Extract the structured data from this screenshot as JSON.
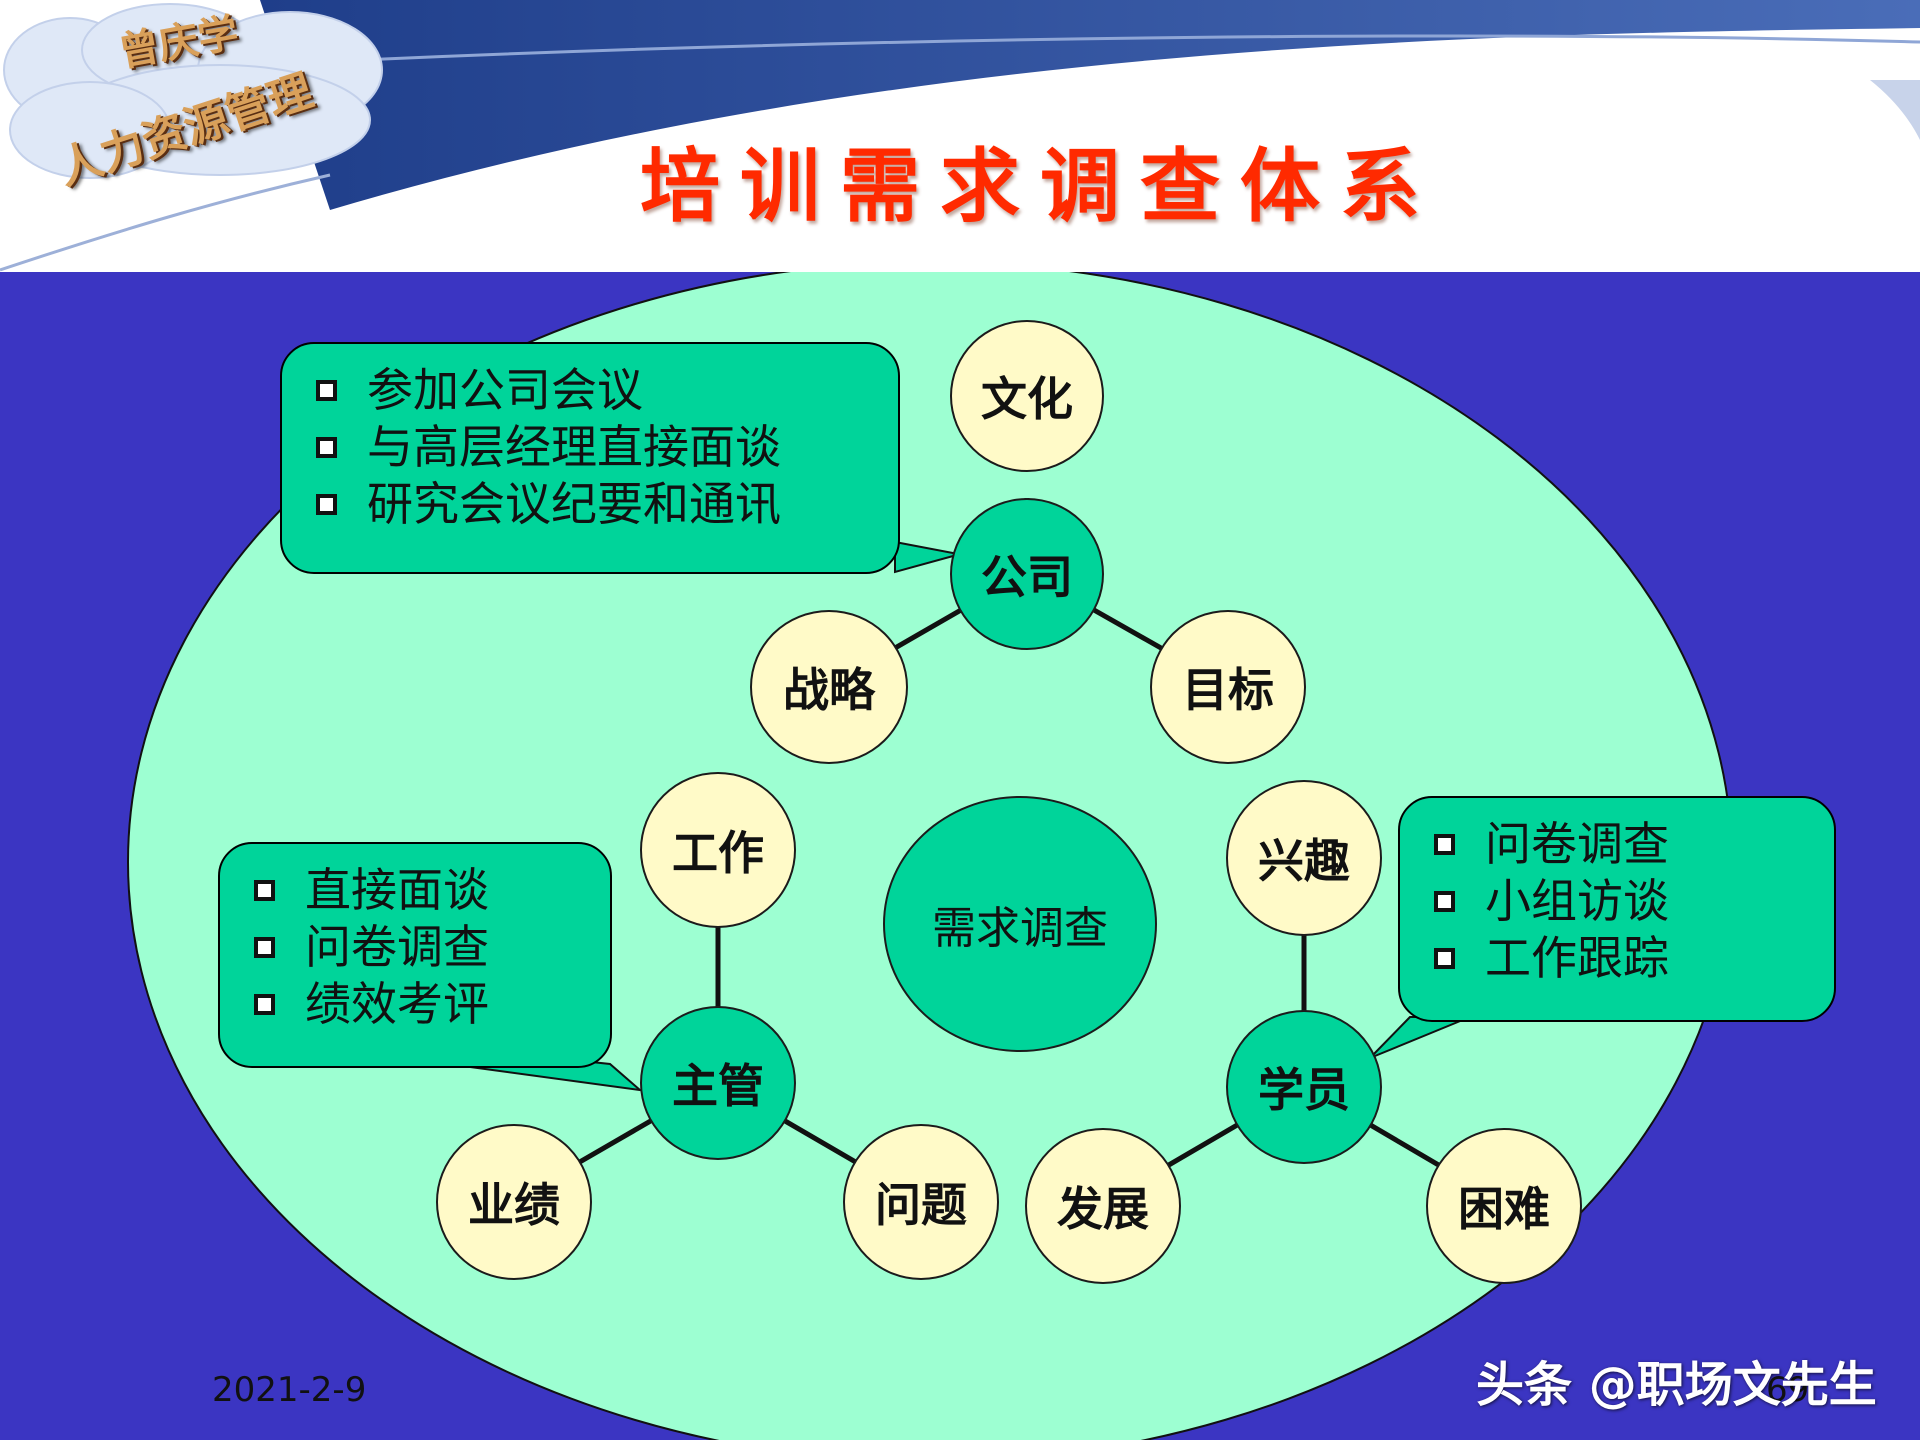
{
  "title": "培训需求调查体系",
  "logo": {
    "line1": "曾庆学",
    "line2": "人力资源管理"
  },
  "center": "需求调查",
  "company": {
    "hub": "公司",
    "branches": [
      "文化",
      "战略",
      "目标"
    ],
    "callout": [
      "参加公司会议",
      "与高层经理直接面谈",
      "研究会议纪要和通讯"
    ]
  },
  "supervisor": {
    "hub": "主管",
    "branches": [
      "工作",
      "业绩",
      "问题"
    ],
    "callout": [
      "直接面谈",
      "问卷调查",
      "绩效考评"
    ]
  },
  "trainee": {
    "hub": "学员",
    "branches": [
      "兴趣",
      "发展",
      "困难"
    ],
    "callout": [
      "问卷调查",
      "小组访谈",
      "工作跟踪"
    ]
  },
  "footer": {
    "date": "2021-2-9",
    "page": "69"
  },
  "watermark": "头条 @职场文先生",
  "colors": {
    "background": "#3b35c2",
    "ellipse": "#9dffd2",
    "hub": "#00d49a",
    "leaf": "#fffac8",
    "title": "#ff2a00"
  }
}
